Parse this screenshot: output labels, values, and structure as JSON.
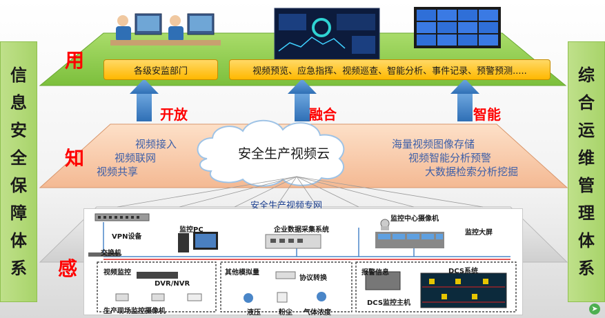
{
  "left_panel": {
    "chars": [
      "信",
      "息",
      "安",
      "全",
      "保",
      "障",
      "体",
      "系"
    ]
  },
  "right_panel": {
    "chars": [
      "综",
      "合",
      "运",
      "维",
      "管",
      "理",
      "体",
      "系"
    ]
  },
  "layers": {
    "use": "用",
    "know": "知",
    "sense": "感"
  },
  "arrows": {
    "open": "开放",
    "fusion": "融合",
    "smart": "智能"
  },
  "top_boxes": {
    "departments": "各级安监部门",
    "functions": "视频预览、应急指挥、视频巡查、智能分析、事件记录、预警预测....."
  },
  "cloud": {
    "title": "安全生产视频云"
  },
  "left_capabilities": [
    "视频接入",
    "视频联网",
    "视频共享"
  ],
  "right_capabilities": [
    "海量视频图像存储",
    "视频智能分析预警",
    "大数据检索分析挖掘"
  ],
  "network_title": "安全生产视频专网",
  "devices": {
    "vpn": "VPN设备",
    "monitor_pc": "监控PC",
    "enterprise_collect": "企业数据采集系统",
    "center_camera": "监控中心摄像机",
    "big_screen": "监控大屏",
    "switch": "交换机",
    "video_monitor": "视频监控",
    "dvr": "DVR/NVR",
    "field_camera": "生产现场监控摄像机",
    "analog": "其他模拟量",
    "protocol": "协议转换",
    "liquid": "液压",
    "dust": "粉尘",
    "gas": "气体浓度",
    "alarm": "报警信息",
    "dcs_system": "DCS系统",
    "dcs_host": "DCS监控主机"
  },
  "colors": {
    "top_plane": "#92d050",
    "mid_plane": "#f8cbad",
    "arrow_blue": "#4a86c8",
    "label_red": "#ff0000",
    "side_green": "#a8d46a"
  }
}
